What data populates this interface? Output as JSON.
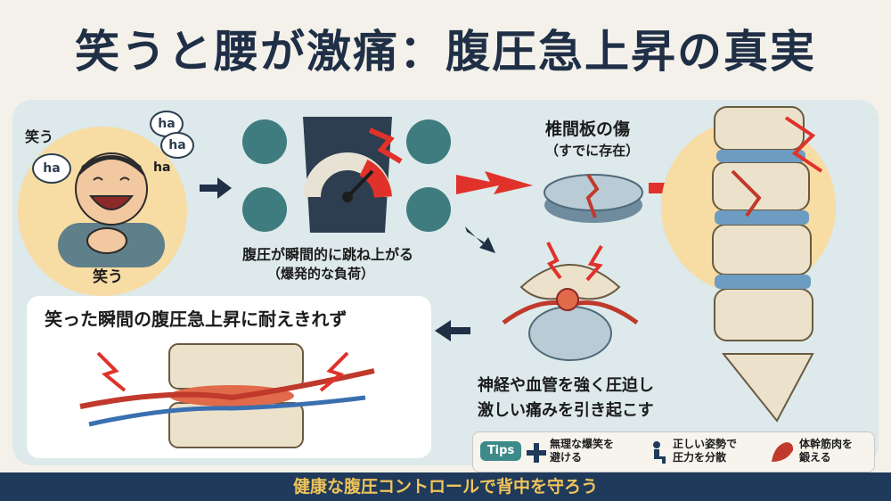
{
  "title": "笑うと腰が激痛：腹圧急上昇の真実",
  "laugh": {
    "top_label": "笑う",
    "bottom_label": "笑う",
    "bubbles": [
      "ha",
      "ha",
      "ha",
      "ha"
    ]
  },
  "pressure": {
    "line1": "腹圧が瞬間的に跳ね上がる",
    "line2": "（爆発的な負荷）"
  },
  "disc": {
    "line1": "椎間板の傷",
    "line2": "（すでに存在）"
  },
  "nerve": {
    "line1": "神経や血管を強く圧迫し",
    "line2": "激しい痛みを引き起こす"
  },
  "callout": {
    "title": "笑った瞬間の腹圧急上昇に耐えきれず"
  },
  "tips": {
    "badge": "Tips",
    "items": [
      {
        "icon": "plus-icon",
        "line1": "無理な爆笑を",
        "line2": "避ける"
      },
      {
        "icon": "sitting-person-icon",
        "line1": "正しい姿勢で",
        "line2": "圧力を分散"
      },
      {
        "icon": "muscle-icon",
        "line1": "体幹筋肉を",
        "line2": "鍛える"
      }
    ]
  },
  "footer": "健康な腹圧コントロールで背中を守ろう",
  "colors": {
    "navy": "#1f3a5a",
    "teal": "#3f7c80",
    "red": "#e0322a",
    "gold": "#f0c45a"
  }
}
